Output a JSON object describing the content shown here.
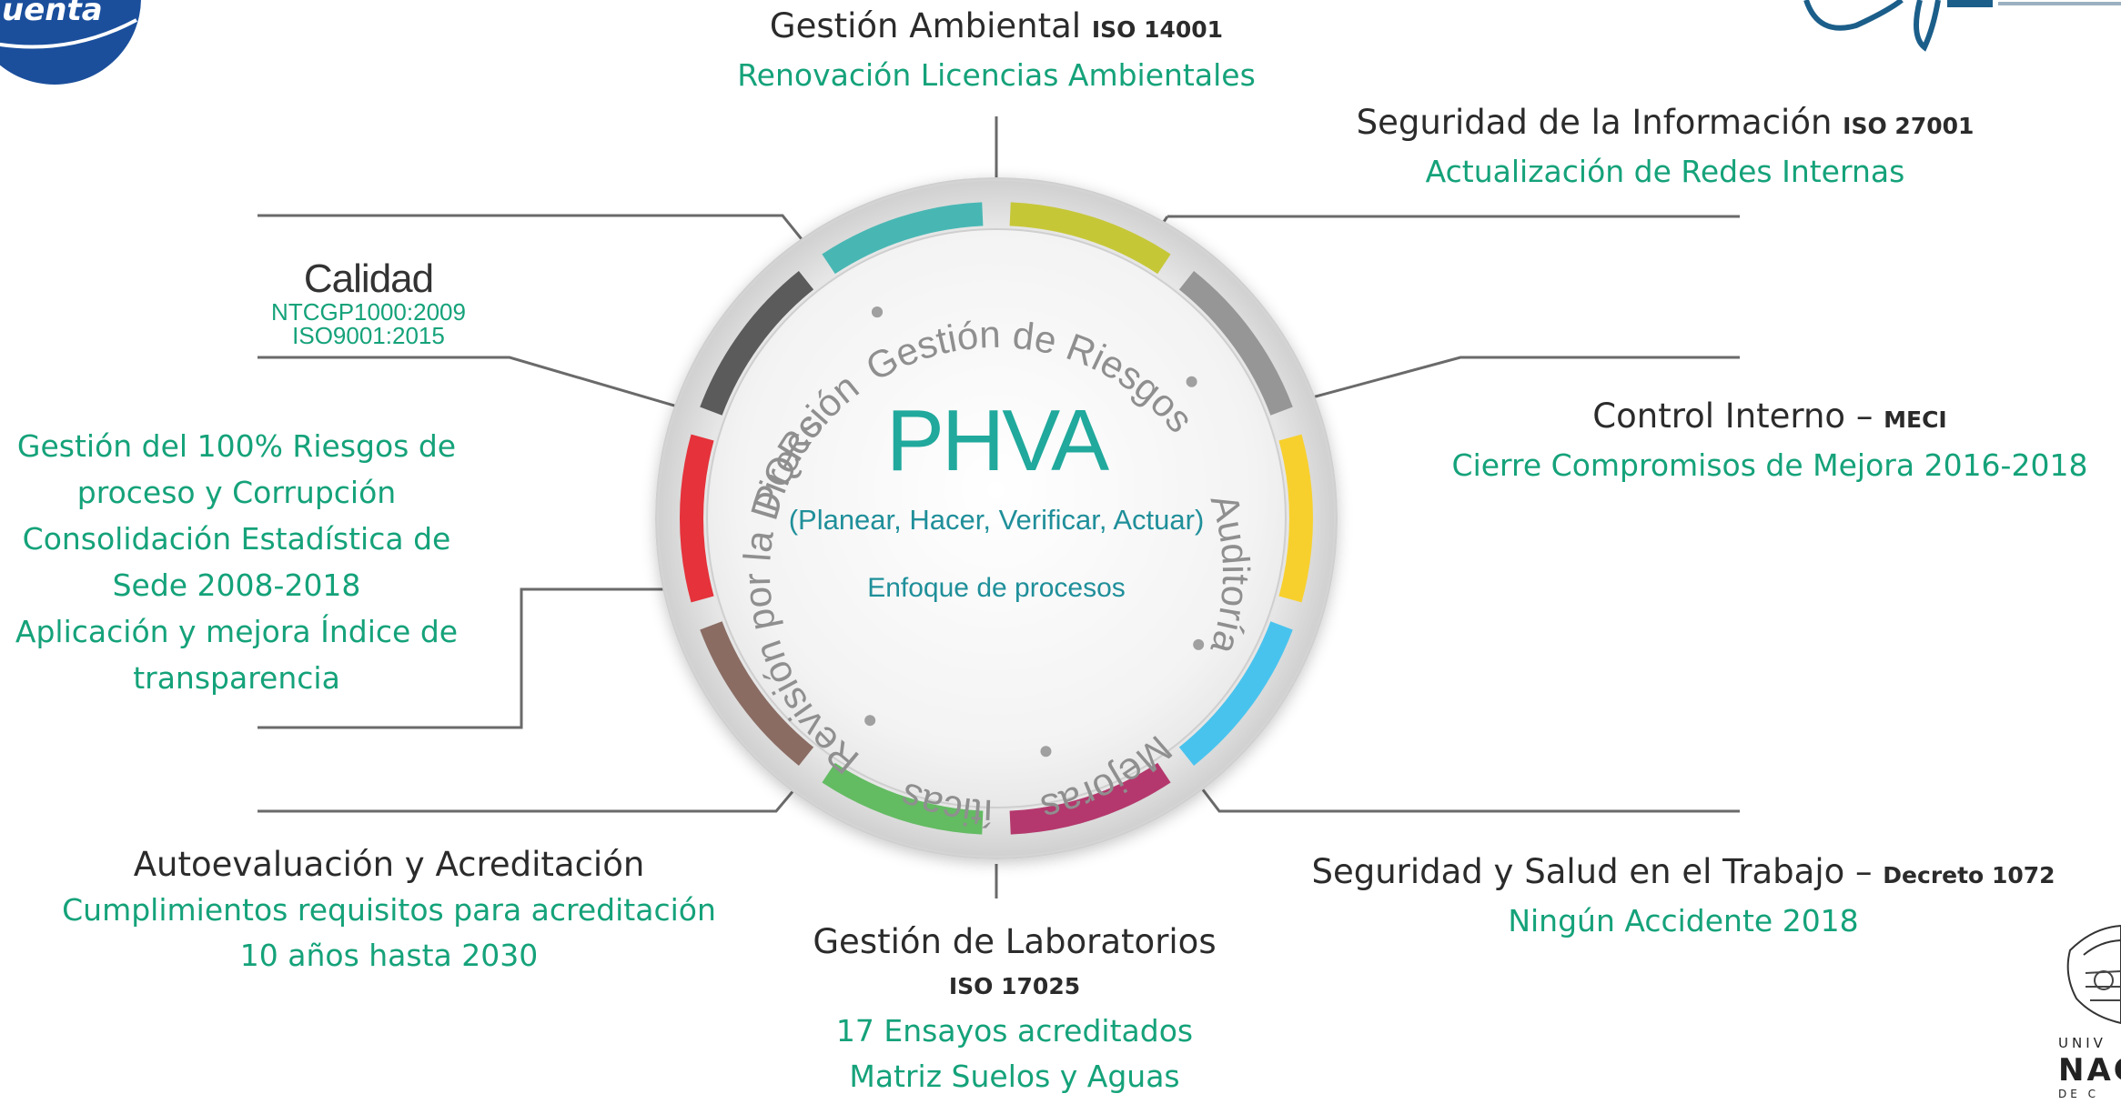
{
  "center": {
    "title": "PHVA",
    "subtitle": "(Planear, Hacer, Verificar, Actuar)",
    "caption": "Enfoque de procesos"
  },
  "ring_labels": [
    {
      "text": "PQRs",
      "angle": -62
    },
    {
      "text": "Gestión de Riesgos",
      "angle": 10
    },
    {
      "text": "Auditoría",
      "angle": 90
    },
    {
      "text": "Mejoras",
      "angle": 152
    },
    {
      "text": "Políticas",
      "angle": 185
    },
    {
      "text": "Revisión por la Dirección",
      "angle": 270
    }
  ],
  "segments": [
    {
      "name": "teal",
      "color": "#48b7b4"
    },
    {
      "name": "olive",
      "color": "#c6c737"
    },
    {
      "name": "gray",
      "color": "#969696"
    },
    {
      "name": "yellow",
      "color": "#f7d02d"
    },
    {
      "name": "blue",
      "color": "#48c3ee"
    },
    {
      "name": "magenta",
      "color": "#b4386d"
    },
    {
      "name": "green",
      "color": "#63bb62"
    },
    {
      "name": "brown",
      "color": "#8a6c63"
    },
    {
      "name": "red",
      "color": "#e5323b"
    },
    {
      "name": "charcoal",
      "color": "#5b5b5b"
    }
  ],
  "labels": {
    "gestion_ambiental": {
      "title": "Gestión Ambiental",
      "iso": "ISO 14001",
      "detail": "Renovación Licencias Ambientales"
    },
    "seguridad_informacion": {
      "title": "Seguridad de la Información",
      "iso": "ISO 27001",
      "detail": "Actualización de Redes Internas"
    },
    "calidad": {
      "title": "Calidad",
      "norm1": "NTCGP1000:2009",
      "norm2": "ISO9001:2015"
    },
    "riesgos": {
      "lines": [
        "Gestión del 100% Riesgos de",
        "proceso y Corrupción",
        "Consolidación Estadística de",
        "Sede 2008-2018",
        "Aplicación y mejora Índice de",
        "transparencia"
      ]
    },
    "control_interno": {
      "title": "Control Interno",
      "dash": "–",
      "iso": "MECI",
      "detail": "Cierre Compromisos de Mejora 2016-2018"
    },
    "autoevaluacion": {
      "title": "Autoevaluación y Acreditación",
      "line1": "Cumplimientos requisitos para acreditación",
      "line2": "10 años hasta 2030"
    },
    "laboratorios": {
      "title": "Gestión de Laboratorios",
      "iso": "ISO 17025",
      "line1": "17 Ensayos acreditados",
      "line2": "Matriz Suelos y Aguas"
    },
    "sst": {
      "title": "Seguridad y Salud en el Trabajo",
      "dash": "–",
      "iso": "Decreto 1072",
      "detail": "Ningún Accidente 2018"
    }
  },
  "logos": {
    "top_left": "uenta",
    "bottom_right_1": "UNIV",
    "bottom_right_2": "NAC",
    "bottom_right_3": "DE C"
  },
  "colors": {
    "accent_green": "#15a27a",
    "connector": "#666666",
    "text_dark": "#2b2b2b"
  }
}
